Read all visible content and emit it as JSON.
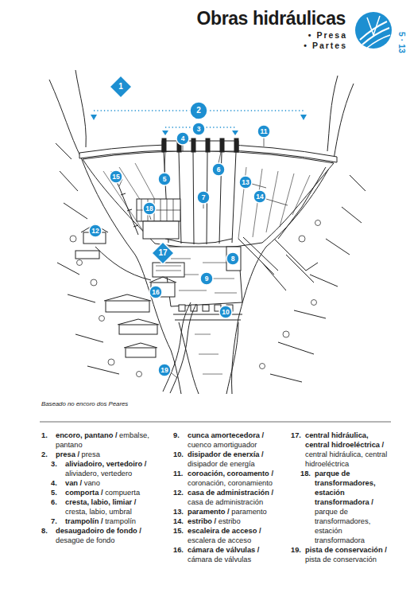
{
  "diagram": {
    "title": "Obras hidráulicas",
    "caption": "Baseado no encoro dos Peares",
    "nodes": [
      {
        "text": [
          "1"
        ]
      },
      {
        "text": [
          "2"
        ]
      },
      {
        "text": [
          "3"
        ]
      },
      {
        "text": [
          "4"
        ]
      },
      {
        "text": [
          "5"
        ]
      },
      {
        "text": [
          "6"
        ]
      },
      {
        "text": [
          "7"
        ]
      },
      {
        "text": [
          "8"
        ]
      },
      {
        "text": [
          "9"
        ]
      },
      {
        "text": [
          "10"
        ]
      },
      {
        "text": [
          "11"
        ]
      },
      {
        "text": [
          "12"
        ]
      },
      {
        "text": [
          "13"
        ]
      },
      {
        "text": [
          "14"
        ]
      },
      {
        "text": [
          "15"
        ]
      },
      {
        "text": [
          "16"
        ]
      },
      {
        "text": [
          "17"
        ]
      },
      {
        "text": [
          "18"
        ]
      },
      {
        "text": [
          "19"
        ]
      }
    ],
    "labels": [
      "• Presa",
      "• Partes",
      "5 · 13",
      "1.",
      "encoro, pantano /",
      "embalse, pantano",
      "2.",
      "presa /",
      "presa",
      "3.",
      "aliviadoiro, vertedoiro /",
      "aliviadero, vertedero",
      "4.",
      "van /",
      "vano",
      "5.",
      "comporta /",
      "compuerta",
      "6.",
      "cresta, labio, limiar /",
      "cresta, labio, umbral",
      "7.",
      "trampolín /",
      "trampolín",
      "8.",
      "desaugadoiro de fondo /",
      "desagüe de fondo",
      "9.",
      "cunca amortecedora /",
      "cuenco amortiguador",
      "10.",
      "disipador de enerxía /",
      "disipador de energía",
      "11.",
      "coroación, coroamento /",
      "coronación, coronamiento",
      "12.",
      "casa de administración /",
      "casa de administración",
      "13.",
      "paramento /",
      "paramento",
      "14.",
      "estribo /",
      "estribo",
      "15.",
      "escaleira de acceso /",
      "escalera de acceso",
      "16.",
      "cámara de válvulas /",
      "cámara de válvulas",
      "17.",
      "central hidráulica, central hidroeléctrica /",
      "central hidráulica, central hidroeléctrica",
      "18.",
      "parque de transformadores, estación transformadora /",
      "parque de transformadores, estación transformadora",
      "19.",
      "pista de conservación /",
      "pista de conservación"
    ]
  }
}
